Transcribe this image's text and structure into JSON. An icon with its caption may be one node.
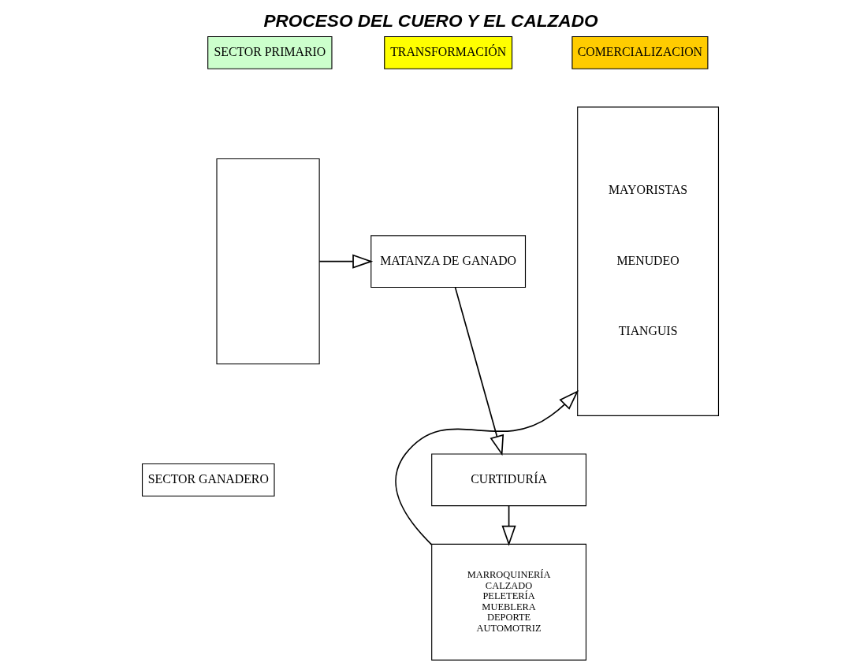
{
  "diagram": {
    "title": "PROCESO DEL CUERO Y EL CALZADO",
    "nodes": [
      {
        "text": [
          "SECTOR PRIMARIO"
        ]
      },
      {
        "text": [
          "TRANSFORMACIÓN"
        ]
      },
      {
        "text": [
          "COMERCIALIZACION"
        ]
      },
      {
        "text": [],
        "shape": "box"
      },
      {
        "text": [
          "SECTOR GANADERO"
        ]
      },
      {
        "text": [
          "MATANZA DE GANADO"
        ]
      },
      {
        "text": [
          "CURTIDURÍA"
        ]
      },
      {
        "text": [
          "MARROQUINERÍA",
          "CALZADO",
          "PELETERÍA",
          "MUEBLERA",
          "DEPORTE",
          "AUTOMOTRIZ"
        ]
      },
      {
        "text": [
          "MAYORISTAS",
          "MENUDEO",
          "TIANGUIS"
        ]
      }
    ],
    "edges": [
      {
        "from": 3,
        "to": 5,
        "arrow": "to"
      },
      {
        "from": 5,
        "to": 6,
        "arrow": "to"
      },
      {
        "from": 6,
        "to": 7,
        "arrow": "to"
      },
      {
        "from": 7,
        "to": 8,
        "arrow": "to"
      }
    ]
  }
}
